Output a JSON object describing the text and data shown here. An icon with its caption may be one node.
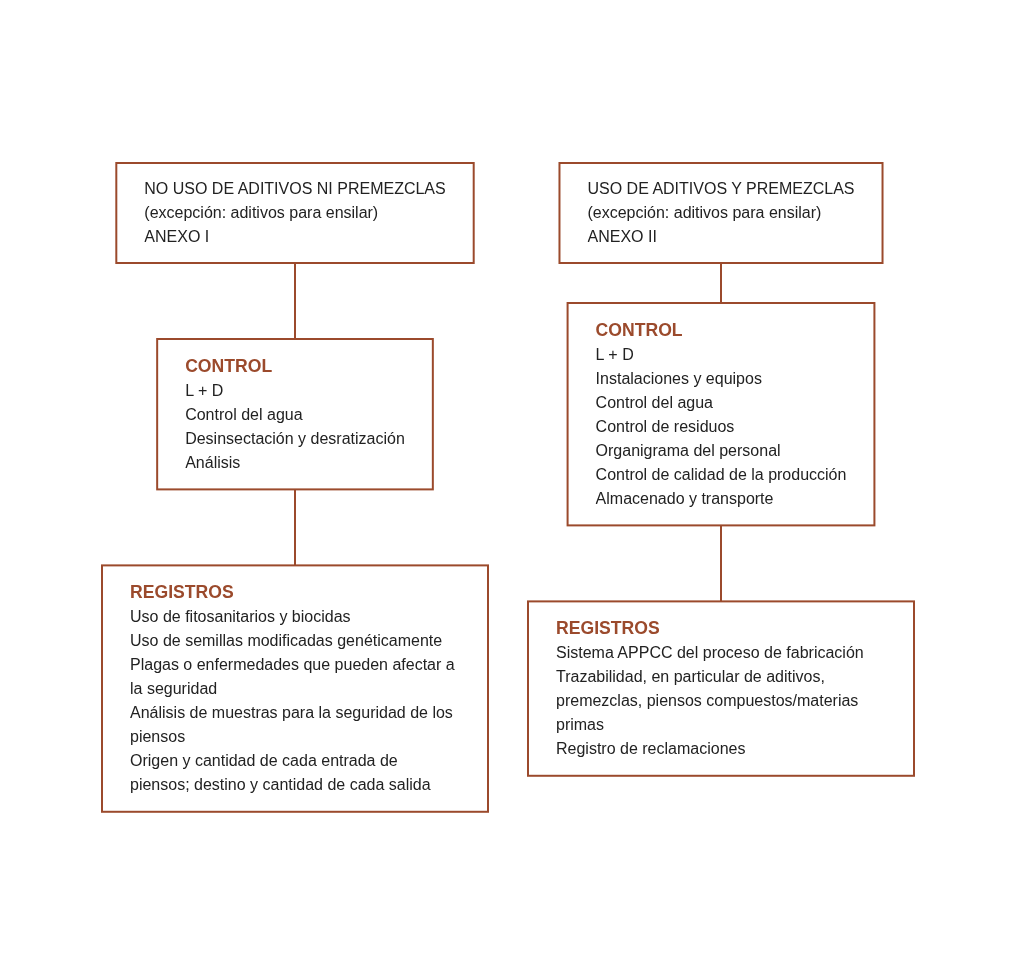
{
  "diagram": {
    "nodes": [
      {
        "text": [
          "NO USO DE ADITIVOS NI PREMEZCLAS",
          "(excepción: aditivos para ensilar)",
          "ANEXO I"
        ]
      },
      {
        "text": [
          "CONTROL",
          "L + D",
          "Control del agua",
          "Desinsectación y desratización",
          "Análisis"
        ]
      },
      {
        "text": [
          "REGISTROS",
          "Uso de fitosanitarios y biocidas",
          "Uso de semillas modificadas genéticamente",
          "Plagas o enfermedades que pueden afectar a la seguridad",
          "Análisis de muestras para la seguridad de los piensos",
          "Origen y cantidad de cada entrada de piensos; destino y cantidad de cada salida"
        ]
      },
      {
        "text": [
          "USO DE ADITIVOS Y PREMEZCLAS",
          "(excepción: aditivos para ensilar)",
          "ANEXO II"
        ]
      },
      {
        "text": [
          "CONTROL",
          "L + D",
          "Instalaciones y equipos",
          "Control del agua",
          "Control de residuos",
          "Organigrama del personal",
          "Control de calidad de la producción",
          "Almacenado y transporte"
        ]
      },
      {
        "text": [
          "REGISTROS",
          "Sistema APPCC del proceso de fabricación",
          "Trazabilidad, en particular de aditivos, premezclas, piensos compuestos/materias primas",
          "Registro de reclamaciones"
        ]
      }
    ],
    "edges": [
      {
        "from": 0,
        "to": 1,
        "arrow": "none"
      },
      {
        "from": 1,
        "to": 2,
        "arrow": "none"
      },
      {
        "from": 3,
        "to": 4,
        "arrow": "none"
      },
      {
        "from": 4,
        "to": 5,
        "arrow": "none"
      }
    ]
  }
}
